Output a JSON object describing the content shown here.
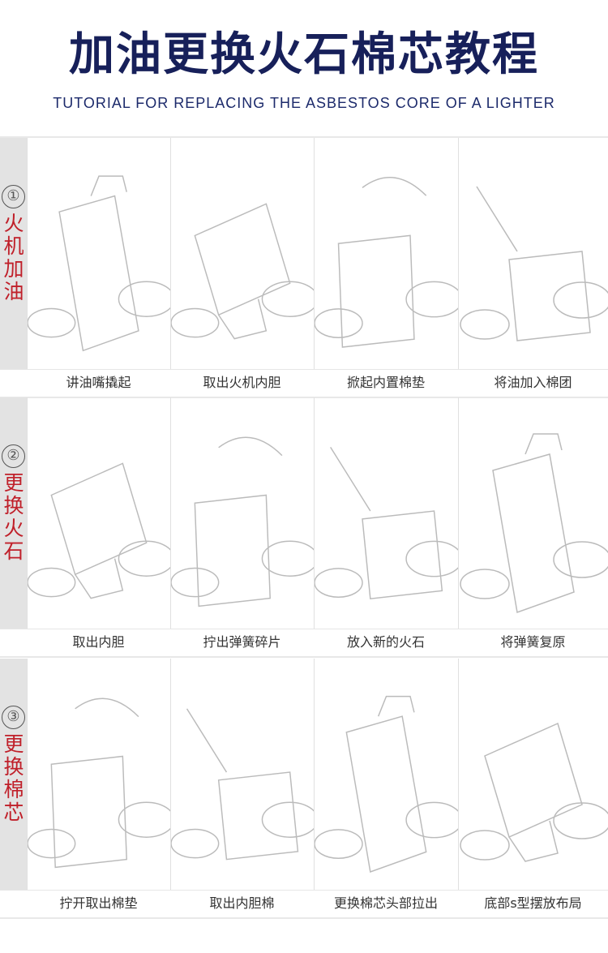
{
  "title": "加油更换火石棉芯教程",
  "subtitle": "TUTORIAL FOR REPLACING THE ASBESTOS CORE OF A LIGHTER",
  "sections": [
    {
      "num": "①",
      "label": [
        "火",
        "机",
        "加",
        "油"
      ],
      "steps": [
        "讲油嘴撬起",
        "取出火机内胆",
        "掀起内置棉垫",
        "将油加入棉团"
      ]
    },
    {
      "num": "②",
      "label": [
        "更",
        "换",
        "火",
        "石"
      ],
      "steps": [
        "取出内胆",
        "拧出弹簧碎片",
        "放入新的火石",
        "将弹簧复原"
      ]
    },
    {
      "num": "③",
      "label": [
        "更",
        "换",
        "棉",
        "芯"
      ],
      "steps": [
        "拧开取出棉垫",
        "取出内胆棉",
        "更换棉芯头部拉出",
        "底部s型摆放布局"
      ]
    }
  ]
}
